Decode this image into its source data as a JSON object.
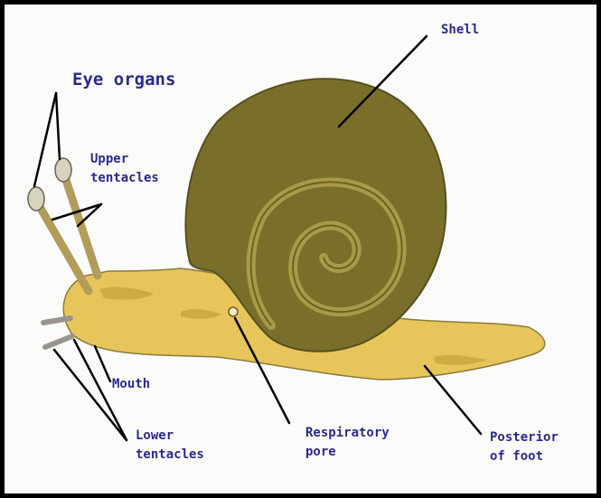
{
  "labels": {
    "eye_organs": "Eye organs",
    "upper_tentacles_l1": "Upper",
    "upper_tentacles_l2": "tentacles",
    "shell": "Shell",
    "mouth": "Mouth",
    "lower_tentacles_l1": "Lower",
    "lower_tentacles_l2": "tentacles",
    "respiratory_pore_l1": "Respiratory",
    "respiratory_pore_l2": "pore",
    "posterior_of_foot_l1": "Posterior",
    "posterior_of_foot_l2": "of foot"
  },
  "colors": {
    "label_text": "#2b2a8c",
    "shell": "#7a6f2a",
    "shell_spiral": "#9a8d3e",
    "body": "#e8c55a",
    "body_shade": "#c9a43f",
    "frame": "#000000"
  }
}
